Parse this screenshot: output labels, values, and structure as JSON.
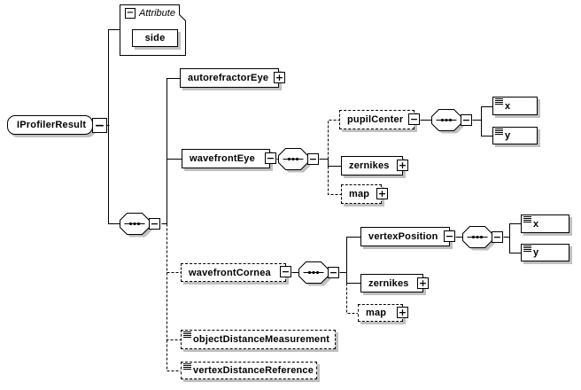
{
  "colors": {
    "line": "#000000",
    "shadow": "#c0c0c0",
    "background": "#ffffff"
  },
  "icons": {
    "collapse": "−",
    "expand": "+",
    "sequence": "sequence-compositor",
    "simple_type": "type-lines-icon"
  },
  "schema": {
    "root": {
      "label": "IProfilerResult",
      "state": "expanded"
    },
    "attributes": {
      "header": "Attribute",
      "items": [
        {
          "name": "side"
        }
      ]
    },
    "sequence_children": [
      {
        "name": "autorefractorEye",
        "required": true,
        "collapsed": true
      },
      {
        "name": "wavefrontEye",
        "required": true,
        "collapsed": false,
        "children": [
          {
            "name": "pupilCenter",
            "required": false,
            "collapsed": false,
            "children": [
              {
                "name": "x"
              },
              {
                "name": "y"
              }
            ]
          },
          {
            "name": "zernikes",
            "required": true,
            "collapsed": true
          },
          {
            "name": "map",
            "required": false,
            "collapsed": true
          }
        ]
      },
      {
        "name": "wavefrontCornea",
        "required": false,
        "collapsed": false,
        "children": [
          {
            "name": "vertexPosition",
            "required": true,
            "collapsed": false,
            "children": [
              {
                "name": "x"
              },
              {
                "name": "y"
              }
            ]
          },
          {
            "name": "zernikes",
            "required": true,
            "collapsed": true
          },
          {
            "name": "map",
            "required": false,
            "collapsed": true
          }
        ]
      },
      {
        "name": "objectDistanceMeasurement",
        "required": false
      },
      {
        "name": "vertexDistanceReference",
        "required": false
      }
    ]
  }
}
